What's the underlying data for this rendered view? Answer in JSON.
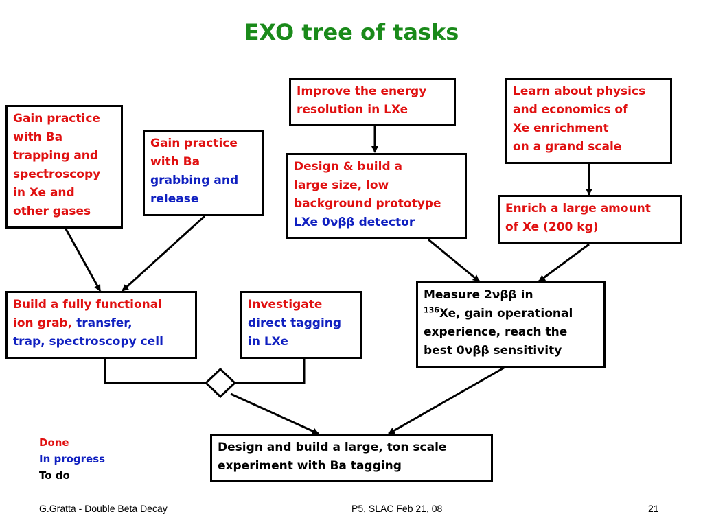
{
  "title": "EXO tree of tasks",
  "colors": {
    "done": "#e01010",
    "in_progress": "#1020c0",
    "to_do": "#000000",
    "title": "#1a8a1a"
  },
  "boxes": {
    "ba_trapping": {
      "line1": "Gain practice",
      "line2": "with Ba",
      "line3": "trapping and",
      "line4": "spectroscopy",
      "line5": "in Xe and",
      "line6": "other gases"
    },
    "ba_grabbing": {
      "line1": "Gain practice",
      "line2": "with Ba",
      "line3": "grabbing and",
      "line4": "release"
    },
    "energy_resolution": {
      "line1": "Improve the energy",
      "line2": "resolution in LXe"
    },
    "physics_economics": {
      "line1": "Learn about physics",
      "line2": "and economics of",
      "line3": "Xe enrichment",
      "line4": "on a grand scale"
    },
    "prototype": {
      "line1": "Design & build a",
      "line2": "large size, low",
      "line3": "background prototype",
      "line4": "LXe 0νββ detector"
    },
    "enrich": {
      "line1": "Enrich a large amount",
      "line2": "of Xe (200 kg)"
    },
    "ion_grab": {
      "line1": "Build a fully functional",
      "line2a": "ion grab, ",
      "line2b": "transfer,",
      "line3": "trap, spectroscopy cell"
    },
    "direct_tagging": {
      "line1": "Investigate",
      "line2": "direct tagging",
      "line3": "in LXe"
    },
    "measure": {
      "line1": "Measure 2νββ in",
      "line2_sup": "136",
      "line2": "Xe, gain operational",
      "line3": "experience, reach the",
      "line4": "best 0νββ sensitivity"
    },
    "ton_scale": {
      "line1": "Design and build a large, ton scale",
      "line2": "experiment with Ba tagging"
    }
  },
  "legend": {
    "done": "Done",
    "in_progress": "In progress",
    "to_do": "To do"
  },
  "footer": {
    "author": "G.Gratta - Double Beta Decay",
    "event": "P5, SLAC Feb 21, 08",
    "page": "21"
  }
}
